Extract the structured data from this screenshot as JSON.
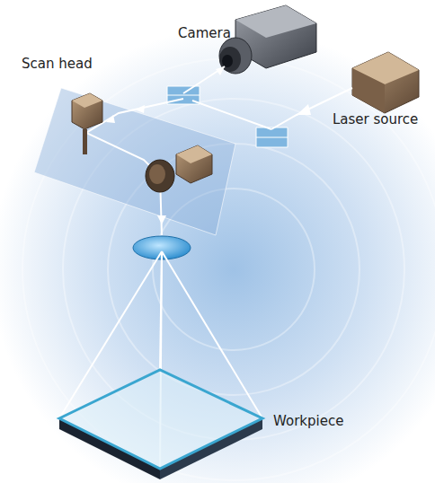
{
  "diagram": {
    "labels": [
      "Scan head",
      "Camera",
      "Laser source",
      "Workpiece"
    ]
  }
}
